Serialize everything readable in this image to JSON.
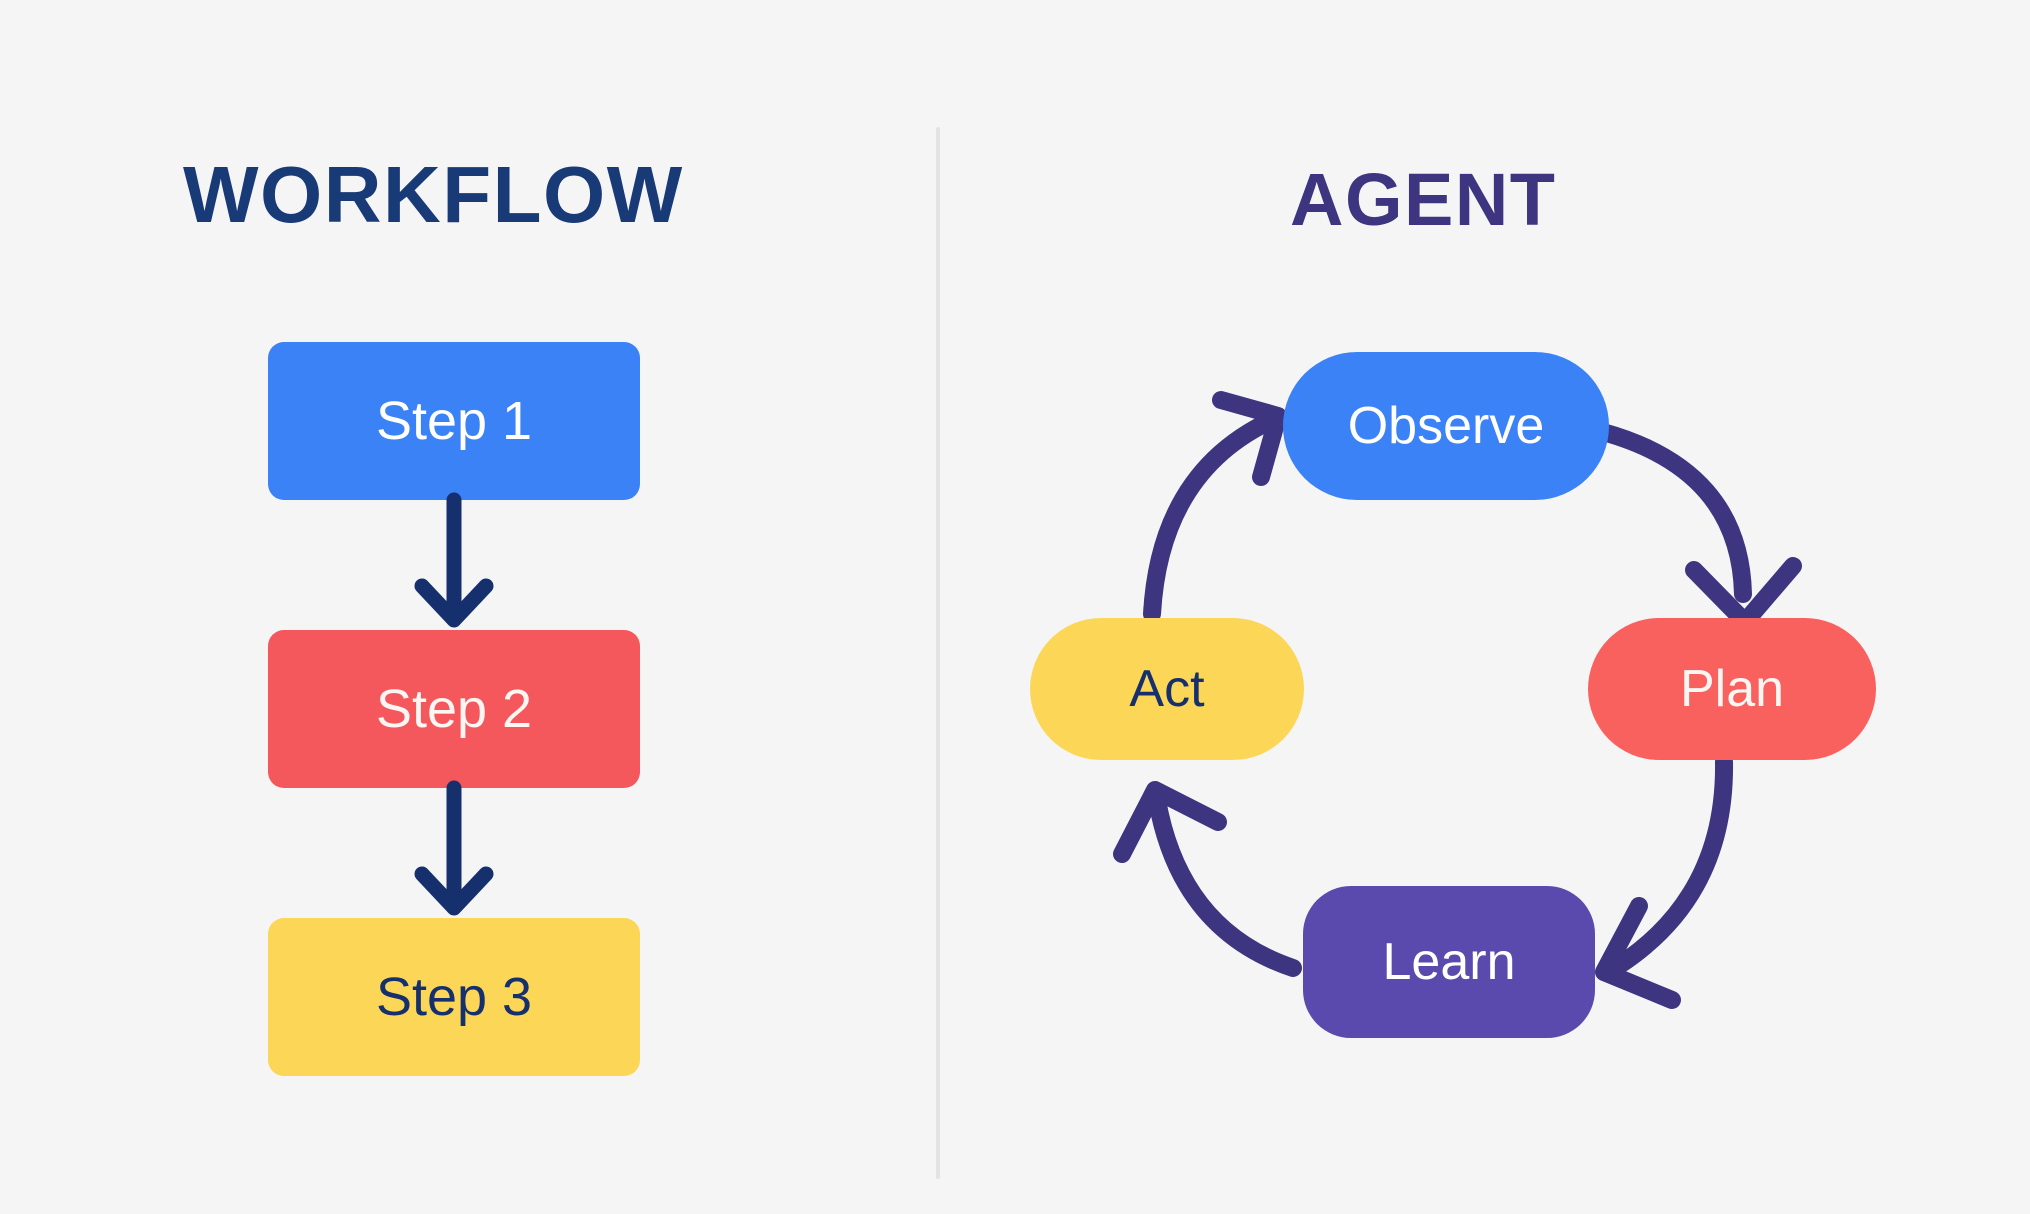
{
  "background_color": "#f5f5f6",
  "panels": {
    "left": {
      "title": "WORKFLOW",
      "title_color": "#183b78",
      "nodes": [
        {
          "label": "Step 1",
          "fill": "#3b82f6",
          "text_color": "#ffffff"
        },
        {
          "label": "Step 2",
          "fill": "#f4585c",
          "text_color": "#fdf6f3"
        },
        {
          "label": "Step 3",
          "fill": "#fcd757",
          "text_color": "#16306e"
        }
      ],
      "connector_color": "#16306e",
      "connector_style": "straight-down-arrow",
      "connector_count": 2
    },
    "right": {
      "title": "AGENT",
      "title_color": "#3d3580",
      "nodes": [
        {
          "label": "Observe",
          "fill": "#3b82f6",
          "text_color": "#ffffff",
          "position": "top"
        },
        {
          "label": "Plan",
          "fill": "#f9615f",
          "text_color": "#fdf6f3",
          "position": "right"
        },
        {
          "label": "Learn",
          "fill": "#5b4aad",
          "text_color": "#ffffff",
          "position": "bottom"
        },
        {
          "label": "Act",
          "fill": "#fcd757",
          "text_color": "#16306e",
          "position": "left"
        }
      ],
      "connector_color": "#3d3580",
      "connector_style": "curved-arc-arrow",
      "cycle": [
        "Observe",
        "Plan",
        "Learn",
        "Act"
      ],
      "connector_count": 4
    }
  },
  "divider": {
    "color": "#e3e3e4",
    "orientation": "vertical"
  }
}
